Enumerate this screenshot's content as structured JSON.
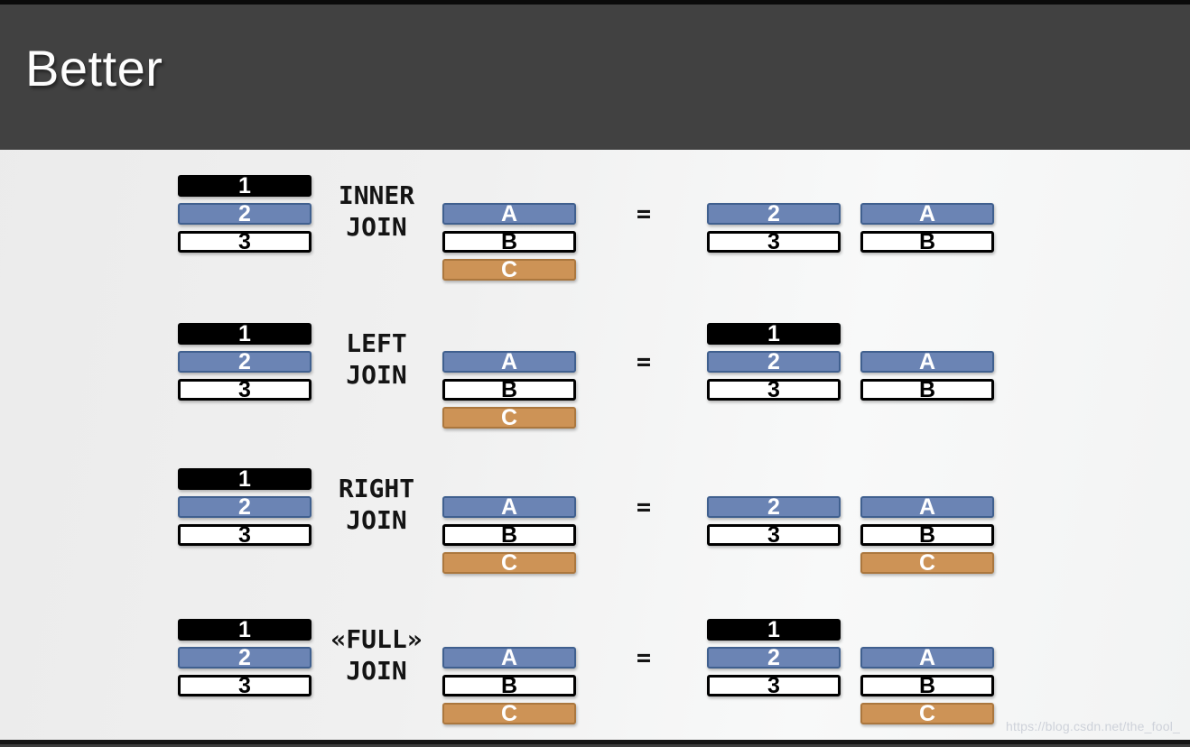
{
  "slide": {
    "title": "Better",
    "watermark": "https://blog.csdn.net/the_fool_"
  },
  "colors": {
    "header_bg": "#414141",
    "black_fill": "#000000",
    "blue_fill": "#6b84b4",
    "blue_border": "#40608f",
    "white_fill": "#ffffff",
    "orange_fill": "#cd9356",
    "orange_border": "#ab773e"
  },
  "equals_sign": "=",
  "joins": [
    {
      "id": "inner",
      "label_lines": [
        "INNER",
        "JOIN"
      ],
      "left_table": {
        "start_slot": 0,
        "rows": [
          {
            "text": "1",
            "color": "black"
          },
          {
            "text": "2",
            "color": "blue"
          },
          {
            "text": "3",
            "color": "white"
          }
        ]
      },
      "right_table": {
        "start_slot": 1,
        "rows": [
          {
            "text": "A",
            "color": "blue"
          },
          {
            "text": "B",
            "color": "white"
          },
          {
            "text": "C",
            "color": "orange"
          }
        ]
      },
      "result_left_table": {
        "start_slot": 1,
        "rows": [
          {
            "text": "2",
            "color": "blue"
          },
          {
            "text": "3",
            "color": "white"
          }
        ]
      },
      "result_right_table": {
        "start_slot": 1,
        "rows": [
          {
            "text": "A",
            "color": "blue"
          },
          {
            "text": "B",
            "color": "white"
          }
        ]
      }
    },
    {
      "id": "left",
      "label_lines": [
        "LEFT",
        "JOIN"
      ],
      "left_table": {
        "start_slot": 0,
        "rows": [
          {
            "text": "1",
            "color": "black"
          },
          {
            "text": "2",
            "color": "blue"
          },
          {
            "text": "3",
            "color": "white"
          }
        ]
      },
      "right_table": {
        "start_slot": 1,
        "rows": [
          {
            "text": "A",
            "color": "blue"
          },
          {
            "text": "B",
            "color": "white"
          },
          {
            "text": "C",
            "color": "orange"
          }
        ]
      },
      "result_left_table": {
        "start_slot": 0,
        "rows": [
          {
            "text": "1",
            "color": "black"
          },
          {
            "text": "2",
            "color": "blue"
          },
          {
            "text": "3",
            "color": "white"
          }
        ]
      },
      "result_right_table": {
        "start_slot": 1,
        "rows": [
          {
            "text": "A",
            "color": "blue"
          },
          {
            "text": "B",
            "color": "white"
          }
        ]
      }
    },
    {
      "id": "right",
      "label_lines": [
        "RIGHT",
        "JOIN"
      ],
      "left_table": {
        "start_slot": 0,
        "rows": [
          {
            "text": "1",
            "color": "black"
          },
          {
            "text": "2",
            "color": "blue"
          },
          {
            "text": "3",
            "color": "white"
          }
        ]
      },
      "right_table": {
        "start_slot": 1,
        "rows": [
          {
            "text": "A",
            "color": "blue"
          },
          {
            "text": "B",
            "color": "white"
          },
          {
            "text": "C",
            "color": "orange"
          }
        ]
      },
      "result_left_table": {
        "start_slot": 1,
        "rows": [
          {
            "text": "2",
            "color": "blue"
          },
          {
            "text": "3",
            "color": "white"
          }
        ]
      },
      "result_right_table": {
        "start_slot": 1,
        "rows": [
          {
            "text": "A",
            "color": "blue"
          },
          {
            "text": "B",
            "color": "white"
          },
          {
            "text": "C",
            "color": "orange"
          }
        ]
      }
    },
    {
      "id": "full",
      "label_lines": [
        "«FULL»",
        "JOIN"
      ],
      "left_table": {
        "start_slot": 0,
        "rows": [
          {
            "text": "1",
            "color": "black"
          },
          {
            "text": "2",
            "color": "blue"
          },
          {
            "text": "3",
            "color": "white"
          }
        ]
      },
      "right_table": {
        "start_slot": 1,
        "rows": [
          {
            "text": "A",
            "color": "blue"
          },
          {
            "text": "B",
            "color": "white"
          },
          {
            "text": "C",
            "color": "orange"
          }
        ]
      },
      "result_left_table": {
        "start_slot": 0,
        "rows": [
          {
            "text": "1",
            "color": "black"
          },
          {
            "text": "2",
            "color": "blue"
          },
          {
            "text": "3",
            "color": "white"
          }
        ]
      },
      "result_right_table": {
        "start_slot": 1,
        "rows": [
          {
            "text": "A",
            "color": "blue"
          },
          {
            "text": "B",
            "color": "white"
          },
          {
            "text": "C",
            "color": "orange"
          }
        ]
      }
    }
  ]
}
